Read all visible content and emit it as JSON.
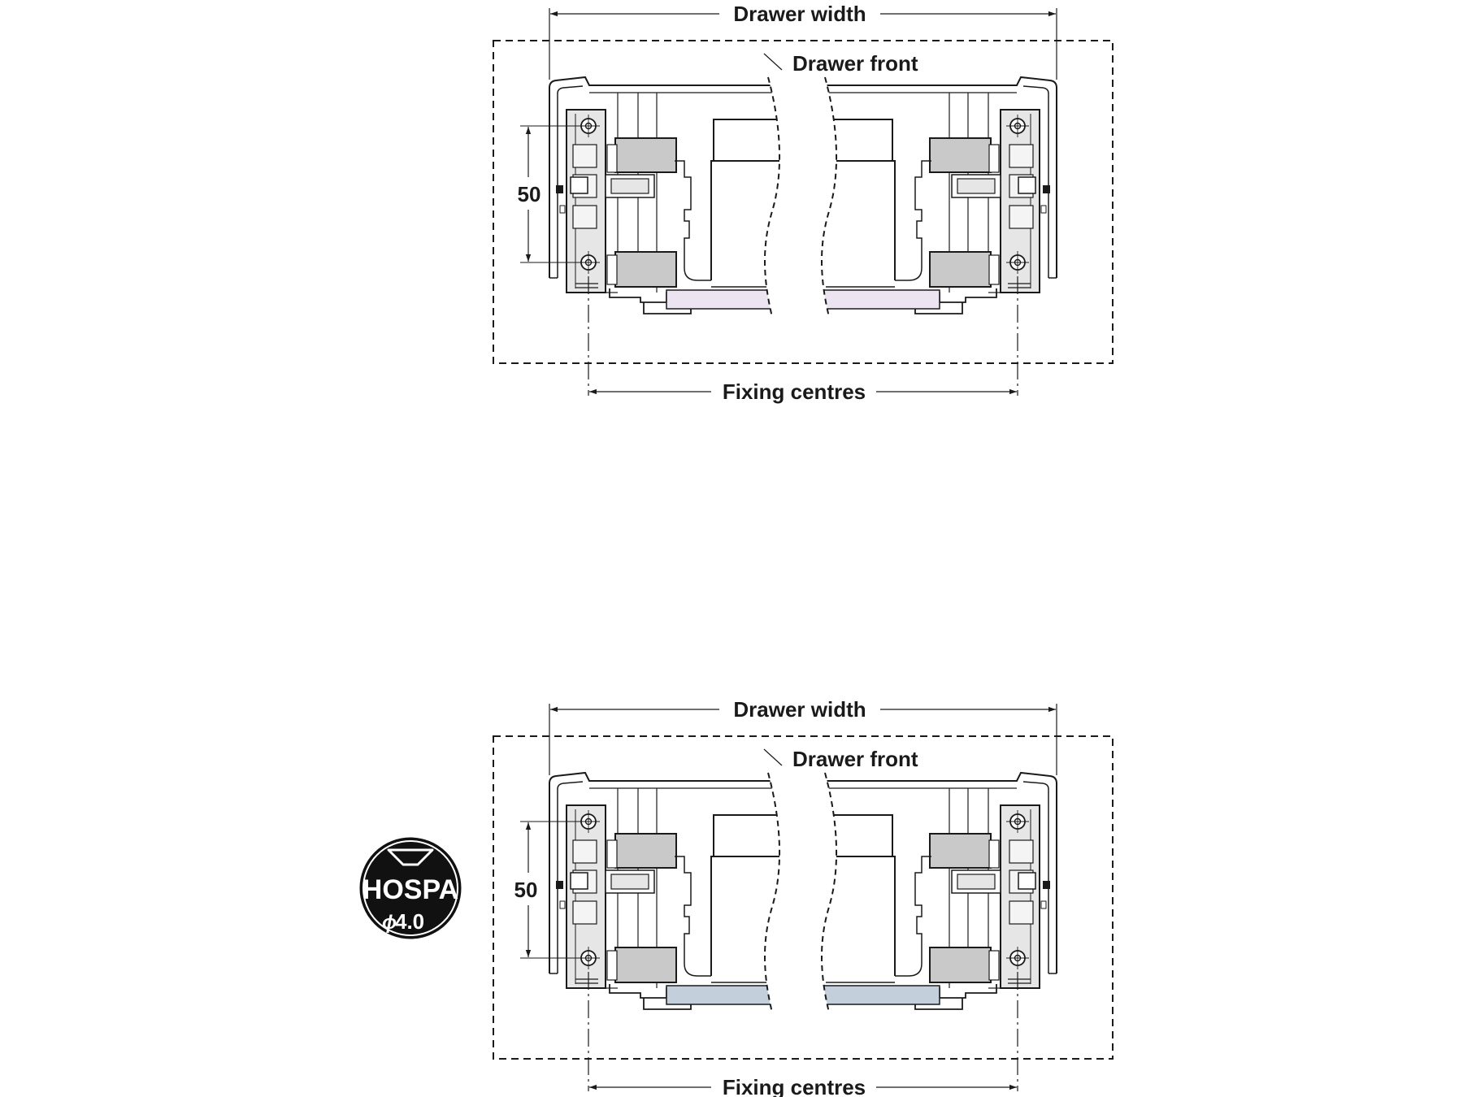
{
  "figures": [
    {
      "name": "figure-top",
      "labels": {
        "drawer_width": "Drawer width",
        "drawer_front": "Drawer front",
        "fixing_centres": "Fixing centres",
        "spacing": "50"
      },
      "colors": {
        "base_strip": "#ece4f0"
      }
    },
    {
      "name": "figure-bottom",
      "labels": {
        "drawer_width": "Drawer width",
        "drawer_front": "Drawer front",
        "fixing_centres": "Fixing centres",
        "spacing": "50"
      },
      "colors": {
        "base_strip": "#c3d0dc"
      }
    }
  ],
  "badge": {
    "brand": "HOSPA",
    "size": "4.0",
    "diameter_symbol": "ϕ",
    "icon": "countersunk-screw-icon"
  },
  "colors": {
    "line": "#1a1a1a",
    "part_fill": "#e6e6e6",
    "block_fill": "#c9c9c9",
    "badge_bg": "#111111"
  }
}
